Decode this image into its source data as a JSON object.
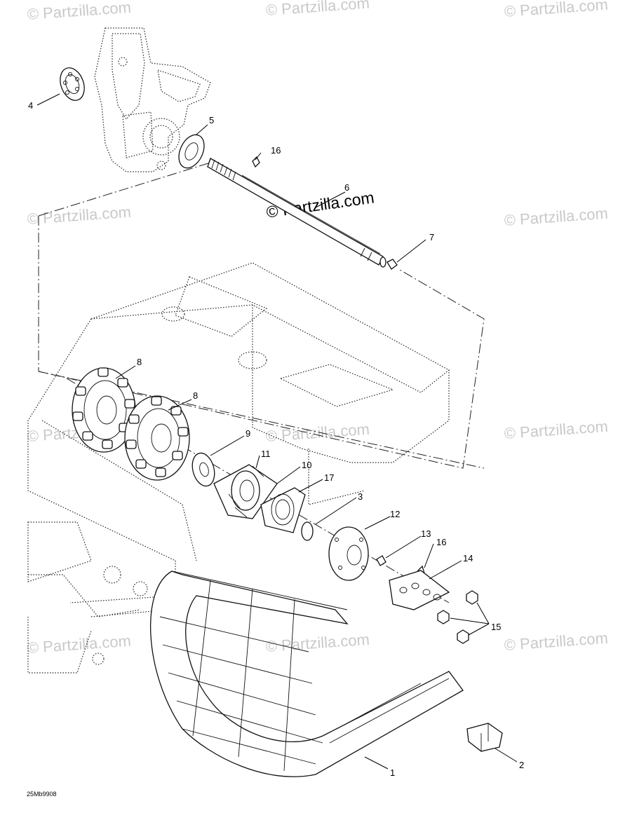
{
  "watermarks": {
    "text": "© Partzilla.com",
    "center_text": "© Partzilla.com"
  },
  "drawing_code": "25Mb9908",
  "callouts": [
    {
      "id": "c1",
      "label": "1"
    },
    {
      "id": "c2",
      "label": "2"
    },
    {
      "id": "c3",
      "label": "3"
    },
    {
      "id": "c4",
      "label": "4"
    },
    {
      "id": "c5",
      "label": "5"
    },
    {
      "id": "c6",
      "label": "6"
    },
    {
      "id": "c7",
      "label": "7"
    },
    {
      "id": "c8a",
      "label": "8"
    },
    {
      "id": "c8b",
      "label": "8"
    },
    {
      "id": "c9",
      "label": "9"
    },
    {
      "id": "c10",
      "label": "10"
    },
    {
      "id": "c11",
      "label": "11"
    },
    {
      "id": "c12",
      "label": "12"
    },
    {
      "id": "c13",
      "label": "13"
    },
    {
      "id": "c14",
      "label": "14"
    },
    {
      "id": "c15",
      "label": "15"
    },
    {
      "id": "c16a",
      "label": "16"
    },
    {
      "id": "c16b",
      "label": "16"
    },
    {
      "id": "c17",
      "label": "17"
    }
  ]
}
